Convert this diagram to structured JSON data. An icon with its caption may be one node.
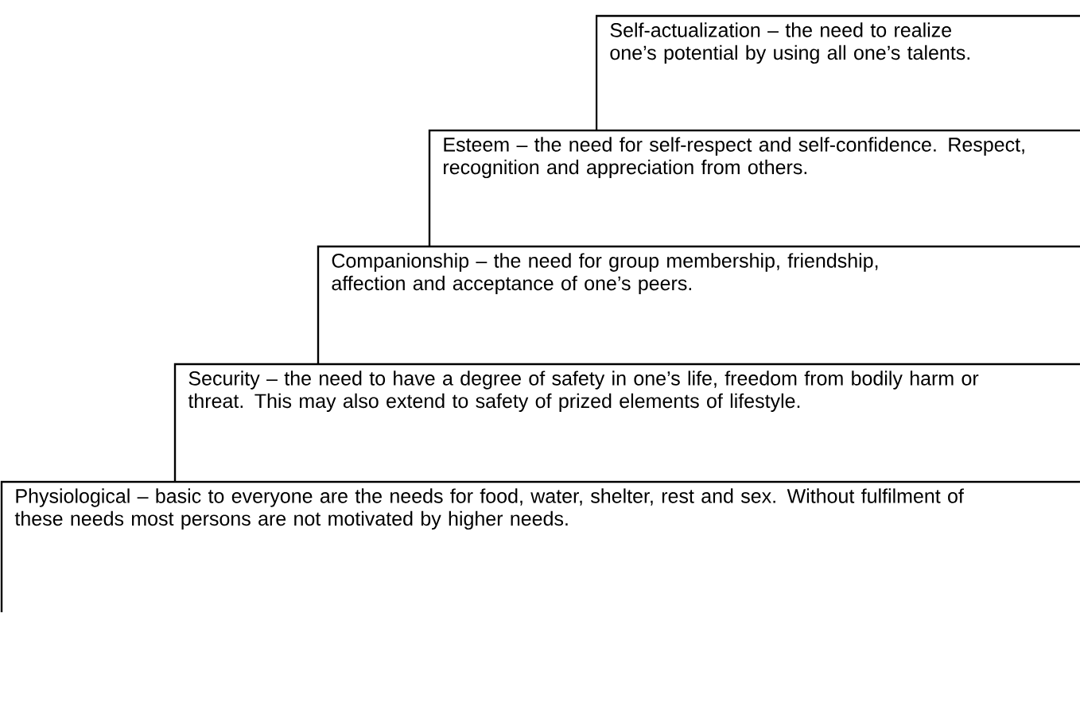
{
  "diagram": {
    "nodes": [
      {
        "text": [
          "Self-actualization – the need to realize one’s potential by using all one’s talents."
        ]
      },
      {
        "text": [
          "Esteem – the need for self-respect and self-confidence. Respect, recognition and appreciation from others."
        ]
      },
      {
        "text": [
          "Companionship – the need for group membership, friendship, affection and acceptance of one’s peers."
        ]
      },
      {
        "text": [
          "Security – the need to have a degree of safety in one’s life, freedom from bodily harm or threat. This may also extend to safety of prized elements of lifestyle."
        ]
      },
      {
        "text": [
          "Physiological – basic to everyone are the needs for food, water, shelter, rest and sex. Without fulfilment of these needs most persons are not motivated by higher needs."
        ]
      }
    ]
  }
}
